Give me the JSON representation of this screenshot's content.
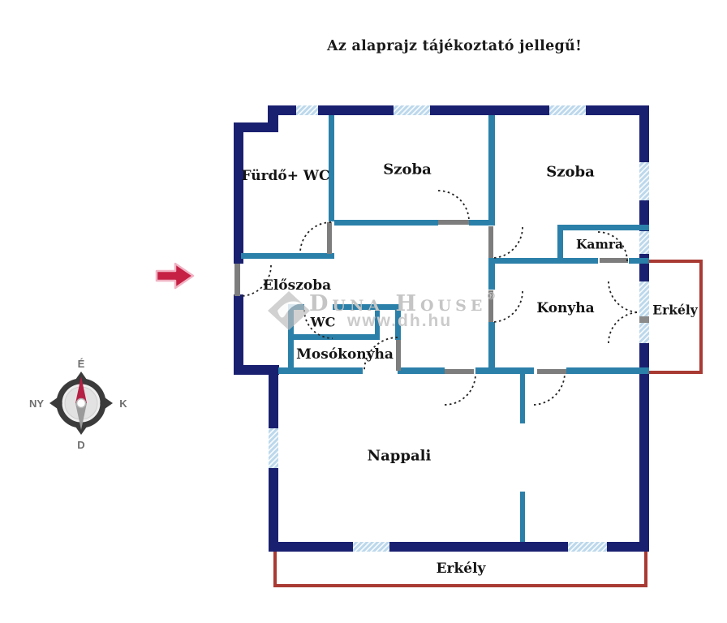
{
  "title": "Az alaprajz tájékoztató jellegű!",
  "rooms": {
    "furdo_wc": "Fürdő+ WC",
    "szoba_left": "Szoba",
    "szoba_right": "Szoba",
    "kamra": "Kamra",
    "eloszoba": "Előszoba",
    "wc": "WC",
    "mosokonyha": "Mosókonyha",
    "konyha": "Konyha",
    "nappali": "Nappali",
    "erkely_right": "Erkély",
    "erkely_bottom": "Erkély"
  },
  "compass": {
    "north": "É",
    "south": "D",
    "east": "K",
    "west": "NY"
  },
  "watermark": {
    "brand": "Duna House",
    "reg": "®",
    "url": "www.dh.hu"
  },
  "colors": {
    "exterior_wall": "#1a2070",
    "interior_wall": "#2b80a9",
    "window": "#bcd8ec",
    "balcony_line": "#a83a33",
    "arrow": "#c62045"
  }
}
